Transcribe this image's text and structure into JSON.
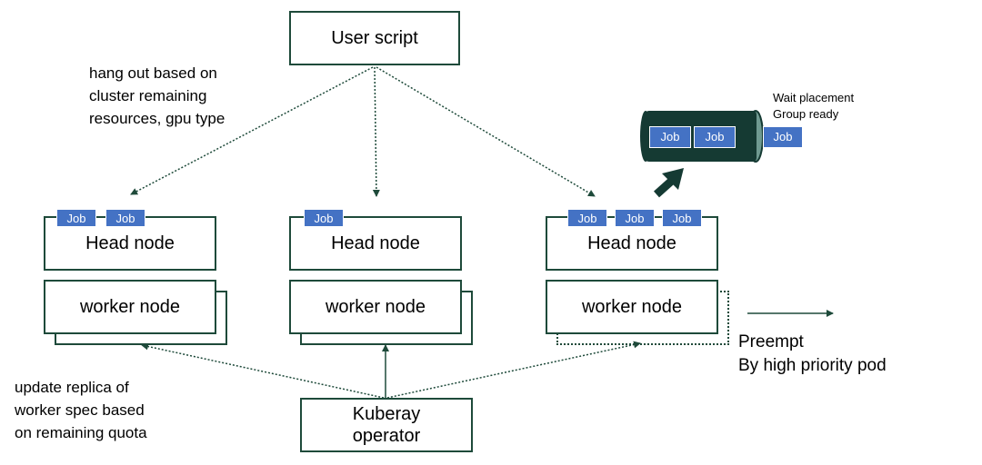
{
  "user_script": {
    "label": "User script"
  },
  "notes": {
    "scheduling": [
      "hang out based on",
      "cluster remaining",
      "resources, gpu type"
    ],
    "replica": [
      "update replica of",
      "worker spec based",
      "on remaining quota"
    ],
    "placement": [
      "Wait placement",
      "Group ready"
    ],
    "preempt": [
      "Preempt",
      "By high priority pod"
    ]
  },
  "clusters": [
    {
      "head_label": "Head node",
      "worker_label": "worker node",
      "jobs": [
        "Job",
        "Job"
      ]
    },
    {
      "head_label": "Head node",
      "worker_label": "worker node",
      "jobs": [
        "Job"
      ]
    },
    {
      "head_label": "Head node",
      "worker_label": "worker node",
      "jobs": [
        "Job",
        "Job",
        "Job"
      ]
    }
  ],
  "queue": {
    "jobs": [
      "Job",
      "Job"
    ],
    "pending_job": "Job"
  },
  "operator": {
    "label_lines": [
      "Kuberay",
      "operator"
    ]
  },
  "colors": {
    "border": "#1e4a3a",
    "job": "#4472c4",
    "queue": "#153a33",
    "arrow": "#1e4a3a"
  }
}
